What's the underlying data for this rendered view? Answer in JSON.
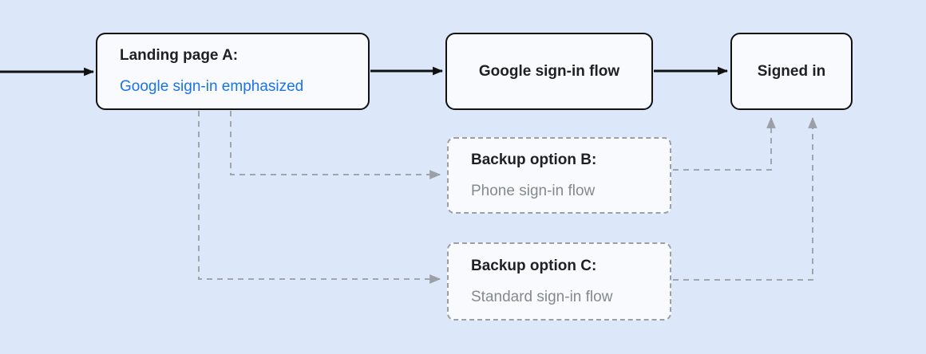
{
  "nodes": {
    "landing": {
      "title": "Landing page A:",
      "subtitle": "Google sign-in emphasized"
    },
    "google_flow": {
      "label": "Google sign-in flow"
    },
    "signed_in": {
      "label": "Signed in"
    },
    "backup_b": {
      "title": "Backup option B:",
      "subtitle": "Phone sign-in flow"
    },
    "backup_c": {
      "title": "Backup option C:",
      "subtitle": "Standard sign-in flow"
    }
  },
  "edges": [
    {
      "from": "start",
      "to": "landing",
      "style": "solid"
    },
    {
      "from": "landing",
      "to": "google_flow",
      "style": "solid"
    },
    {
      "from": "google_flow",
      "to": "signed_in",
      "style": "solid"
    },
    {
      "from": "landing",
      "to": "backup_b",
      "style": "dashed"
    },
    {
      "from": "landing",
      "to": "backup_c",
      "style": "dashed"
    },
    {
      "from": "backup_b",
      "to": "signed_in",
      "style": "dashed"
    },
    {
      "from": "backup_c",
      "to": "signed_in",
      "style": "dashed"
    }
  ],
  "colors": {
    "background": "#dce7f9",
    "node_fill": "#f8fafd",
    "solid_border": "#111111",
    "dashed_border": "#9aa0a6",
    "accent_blue": "#1a73e8",
    "muted_gray": "#83898f",
    "text_black": "#1f2023"
  }
}
